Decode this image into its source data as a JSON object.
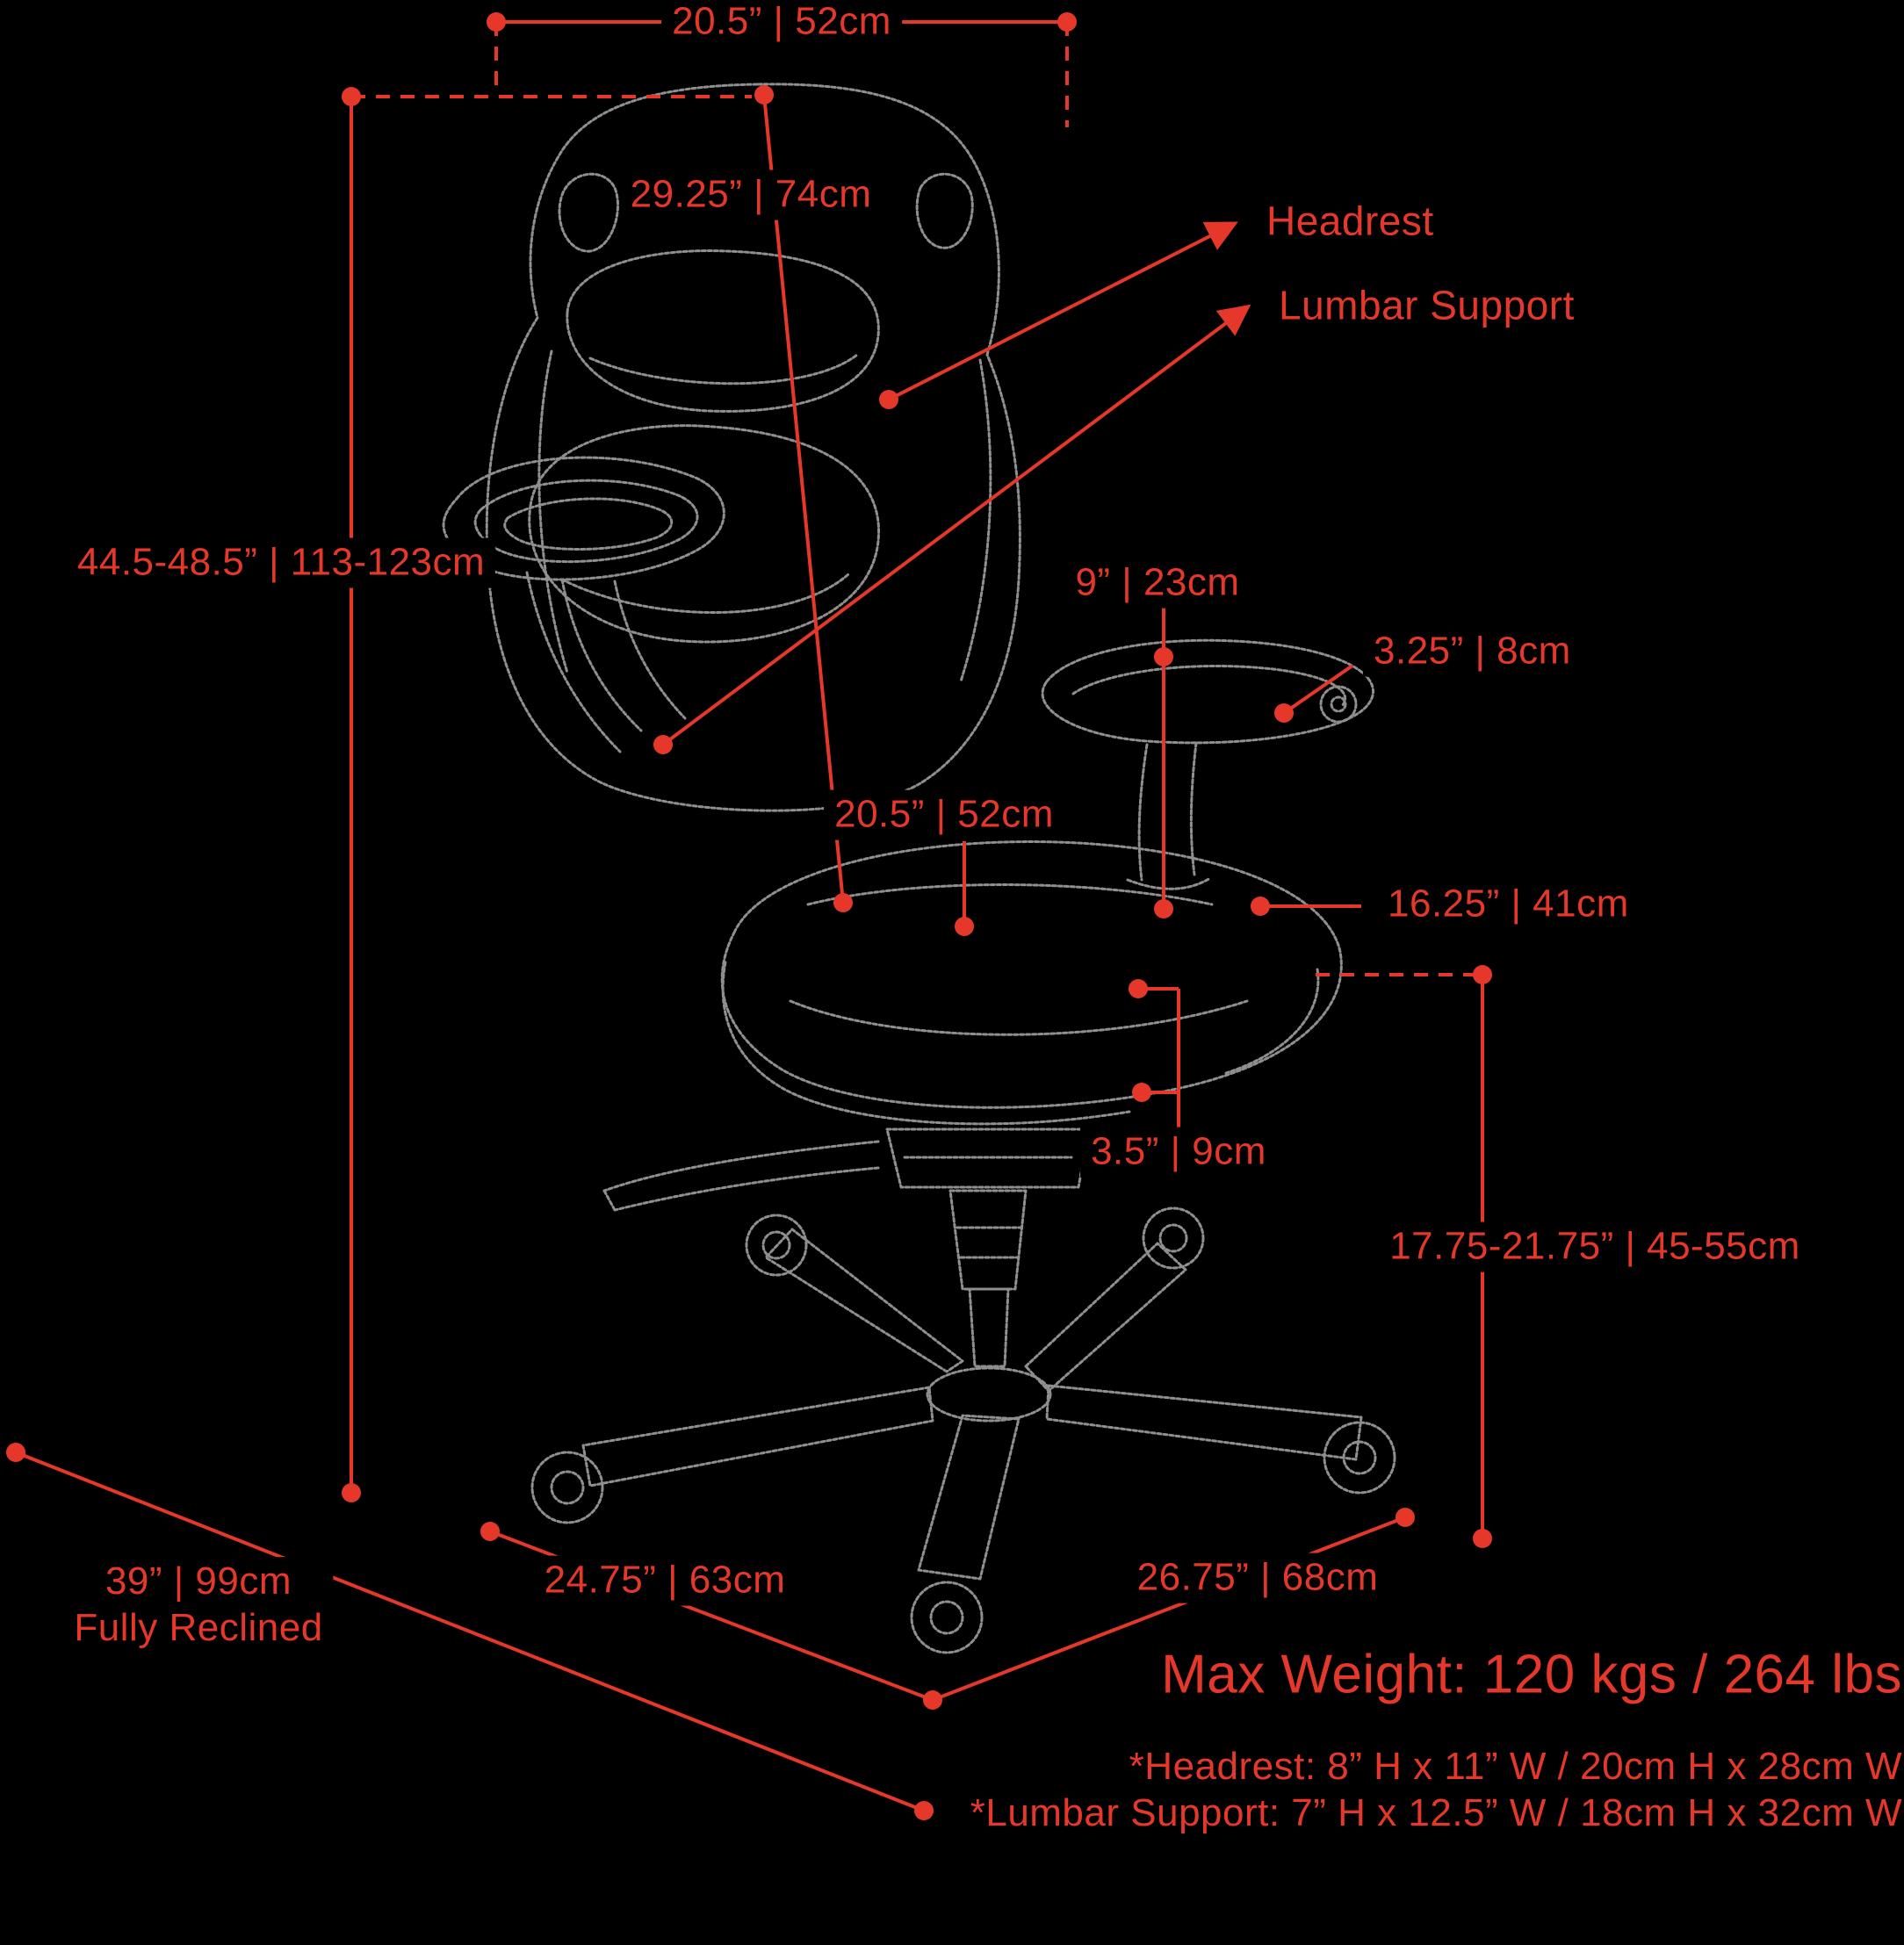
{
  "colors": {
    "background": "#000000",
    "dimension_red": "#e5382b",
    "line_art_gray": "#8f8f8f"
  },
  "labels": {
    "backrest_width": "20.5” | 52cm",
    "backrest_height": "29.25” | 74cm",
    "headrest": "Headrest",
    "lumbar_support": "Lumbar Support",
    "overall_height": "44.5-48.5” | 113-123cm",
    "armrest_height": "9” | 23cm",
    "armrest_pad_thickness": "3.25” | 8cm",
    "seat_width": "20.5” | 52cm",
    "seat_depth": "16.25” | 41cm",
    "seat_cushion_thickness": "3.5” | 9cm",
    "seat_height_range": "17.75-21.75” | 45-55cm",
    "reclined_length": "39” | 99cm",
    "reclined_caption": "Fully Reclined",
    "base_width": "24.75” | 63cm",
    "base_depth": "26.75” | 68cm"
  },
  "footnotes": {
    "max_weight": "Max Weight: 120 kgs / 264 lbs",
    "headrest_dimensions": "*Headrest: 8” H x 11” W / 20cm H x 28cm W",
    "lumbar_dimensions": "*Lumbar Support: 7” H x 12.5” W / 18cm H x 32cm W"
  }
}
